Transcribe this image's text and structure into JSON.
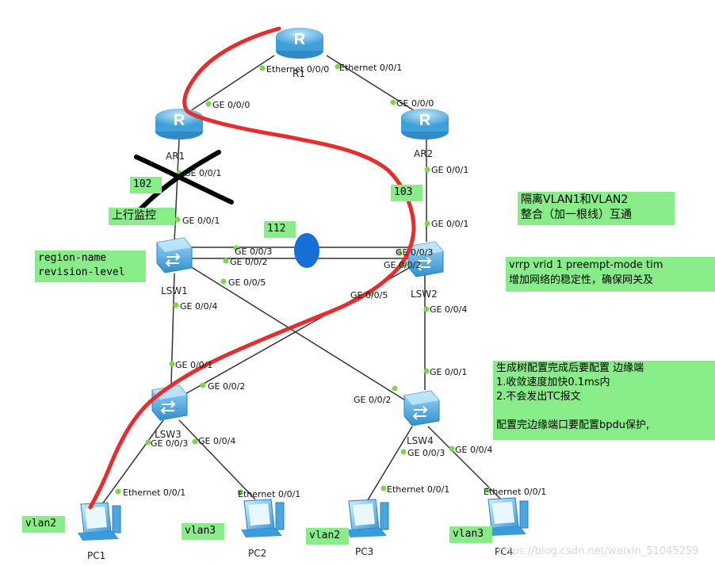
{
  "devices": {
    "r1": "R1",
    "ar1": "AR1",
    "ar2": "AR2",
    "lsw1": "LSW1",
    "lsw2": "LSW2",
    "lsw3": "LSW3",
    "lsw4": "LSW4",
    "pc1": "PC1",
    "pc2": "PC2",
    "pc3": "PC3",
    "pc4": "PC4"
  },
  "ports": {
    "r1_left": "Ethernet 0/0/0",
    "r1_right": "Ethernet 0/0/1",
    "ar1_up": "GE 0/0/0",
    "ar2_up": "GE 0/0/0",
    "ar1_down": "GE 0/0/1",
    "ar2_down": "GE 0/0/1",
    "lsw1_up": "GE 0/0/1",
    "lsw2_up": "GE 0/0/1",
    "lsw1_g3": "GE 0/0/3",
    "lsw1_g2": "GE 0/0/2",
    "lsw2_g3": "GE 0/0/3",
    "lsw2_g2": "GE 0/0/2",
    "lsw1_g5": "GE 0/0/5",
    "lsw2_g5": "GE 0/0/5",
    "lsw1_g4": "GE 0/0/4",
    "lsw2_g4": "GE 0/0/4",
    "lsw3_g1": "GE 0/0/1",
    "lsw4_g1": "GE 0/0/1",
    "lsw3_g2": "GE 0/0/2",
    "lsw4_g2": "GE 0/0/2",
    "lsw3_g3": "GE 0/0/3",
    "lsw3_g4": "GE 0/0/4",
    "lsw4_g3": "GE 0/0/3",
    "lsw4_g4": "GE 0/0/4",
    "pc1_eth": "Ethernet 0/0/1",
    "pc2_eth": "Ethernet 0/0/1",
    "pc3_eth": "Ethernet 0/0/1",
    "pc4_eth": "Ethernet 0/0/1"
  },
  "notes": {
    "n102": "102",
    "n103": "103",
    "n112": "112",
    "uplink": "上行监控",
    "region": "region-name\nrevision-level",
    "isolate": "隔离VLAN1和VLAN2\n整合（加一根线）互通",
    "vrrp": "vrrp vrid 1 preempt-mode tim\n增加网络的稳定性，确保网关及",
    "stp": "生成树配置完成后要配置 边缘端\n1.收敛速度加快0.1ms内\n2.不会发出TC报文\n\n配置完边缘端口要配置bpdu保护,",
    "vlan_pc1": "vlan2",
    "vlan_pc2": "vlan3",
    "vlan_pc3": "vlan2",
    "vlan_pc4": "vlan3"
  },
  "watermark": "https://blog.csdn.net/weixin_51045259",
  "colors": {
    "note_bg": "#88ec88",
    "router": "#5fb7e5",
    "switch": "#49a9df",
    "annotation_red": "#e82c2c",
    "blue_oval": "#1470d6",
    "link": "#333333",
    "port_dot": "#7ad84a"
  }
}
